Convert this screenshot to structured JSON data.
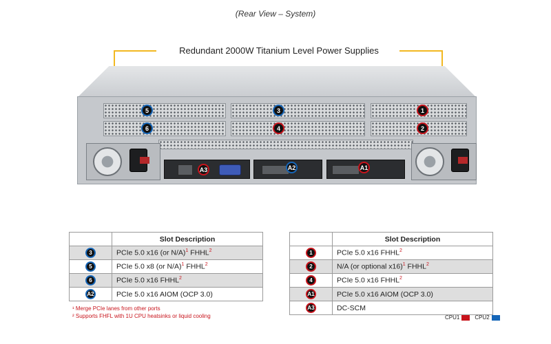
{
  "caption": "(Rear View – System)",
  "psu_title": "Redundant 2000W Titanium Level Power Supplies",
  "colors": {
    "cpu1": "#c8141c",
    "cpu2": "#1666b8",
    "callout": "#f2b820"
  },
  "image_badges": [
    "5",
    "6",
    "3",
    "4",
    "1",
    "2",
    "A3",
    "A2",
    "A1"
  ],
  "left_table": {
    "header": "Slot Description",
    "rows": [
      {
        "badge": "3",
        "text": "PCIe 5.0 x16 (or N/A)",
        "sup": "1",
        "text2": " FHHL",
        "sup2": "2"
      },
      {
        "badge": "5",
        "text": "PCIe 5.0 x8 (or N/A)",
        "sup": "1",
        "text2": " FHHL",
        "sup2": "2"
      },
      {
        "badge": "6",
        "text": "PCIe 5.0 x16 FHHL",
        "sup": "2",
        "text2": "",
        "sup2": ""
      },
      {
        "badge": "A2",
        "text": "PCIe 5.0 x16 AIOM (OCP 3.0)",
        "sup": "",
        "text2": "",
        "sup2": ""
      }
    ]
  },
  "right_table": {
    "header": "Slot Description",
    "rows": [
      {
        "badge": "1",
        "text": "PCIe 5.0 x16 FHHL",
        "sup": "2",
        "text2": "",
        "sup2": ""
      },
      {
        "badge": "2",
        "text": "N/A (or optional x16)",
        "sup": "1",
        "text2": " FHHL",
        "sup2": "2"
      },
      {
        "badge": "4",
        "text": "PCIe 5.0 x16 FHHL",
        "sup": "2",
        "text2": "",
        "sup2": ""
      },
      {
        "badge": "A1",
        "text": "PCIe 5.0 x16 AIOM (OCP 3.0)",
        "sup": "",
        "text2": "",
        "sup2": ""
      },
      {
        "badge": "A3",
        "text": "DC-SCM",
        "sup": "",
        "text2": "",
        "sup2": ""
      }
    ]
  },
  "notes": {
    "note1": "¹ Merge PCIe lanes from other ports",
    "note2": "² Supports FHFL with 1U CPU heatsinks or liquid cooling"
  },
  "legend": {
    "cpu1": "CPU1",
    "cpu2": "CPU2"
  }
}
